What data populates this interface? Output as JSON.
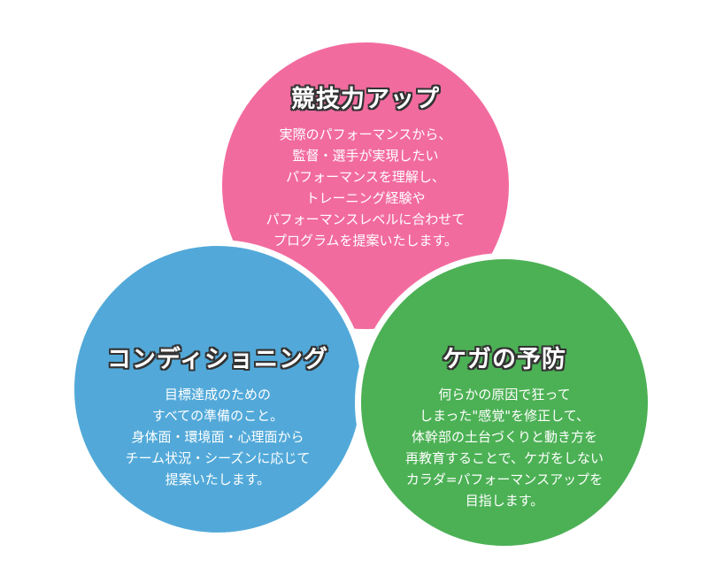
{
  "circles": {
    "performance": {
      "title": "競技力アップ",
      "body": "実際のパフォーマンスから、\n監督・選手が実現したい\nパフォーマンスを理解し、\nトレーニング経験や\nパフォーマンスレベルに合わせて\nプログラムを提案いたします。",
      "color": "#f26b9f"
    },
    "conditioning": {
      "title": "コンディショニング",
      "body": "目標達成のための\nすべての準備のこと。\n身体面・環境面・心理面から\nチーム状況・シーズンに応じて\n提案いたします。",
      "color": "#52a9d9"
    },
    "injury_prevention": {
      "title": "ケガの予防",
      "body": "何らかの原因で狂って\nしまった\"感覚\"を修正して、\n体幹部の土台づくりと動き方を\n再教育することで、ケガをしない\nカラダ=パフォーマンスアップを\n目指します。",
      "color": "#4cb155"
    }
  }
}
